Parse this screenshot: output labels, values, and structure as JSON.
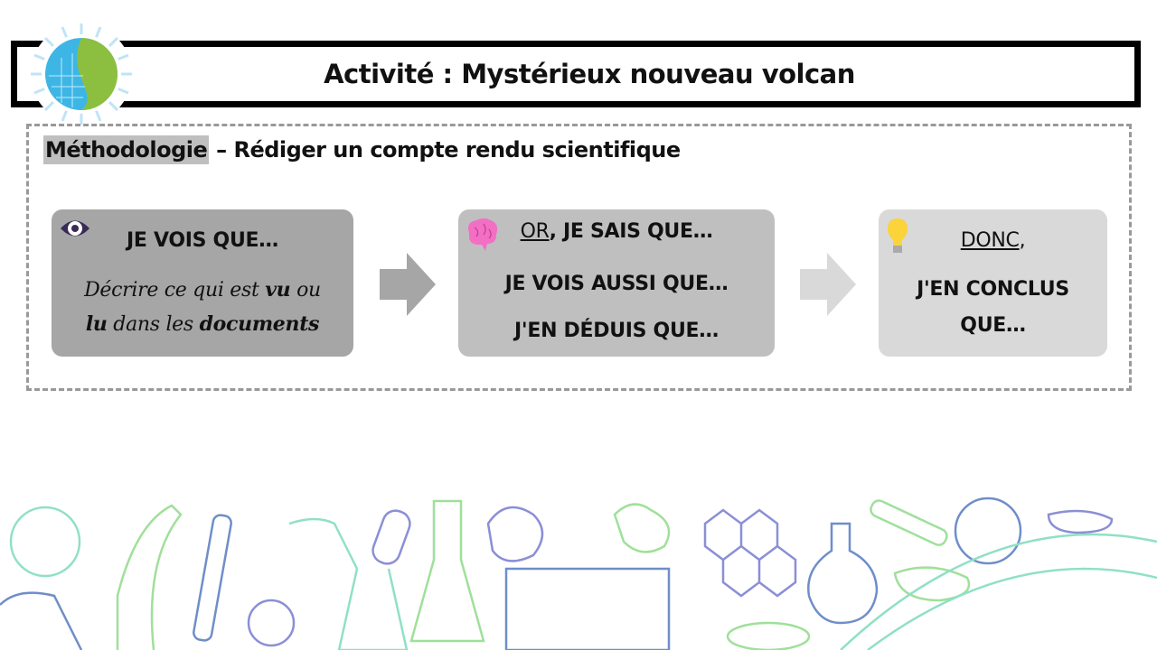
{
  "header": {
    "title": "Activité : Mystérieux nouveau volcan"
  },
  "subtitle": {
    "highlight": "Méthodologie",
    "rest": " – Rédiger un compte rendu scientifique"
  },
  "cards": [
    {
      "icon": "eye-icon",
      "heading": "JE VOIS QUE…",
      "desc_1": "Décrire ce qui est ",
      "desc_vu": "vu",
      "desc_2": " ou",
      "desc_lu": "lu",
      "desc_3": " dans les ",
      "desc_docs": "documents"
    },
    {
      "icon": "brain-icon",
      "or": "OR",
      "line1_rest": ", JE SAIS QUE…",
      "line2": "JE VOIS AUSSI QUE…",
      "line3": "J'EN DÉDUIS QUE…"
    },
    {
      "icon": "lightbulb-icon",
      "donc": "DONC",
      "comma": ",",
      "line2": "J'EN CONCLUS",
      "line3": "QUE…"
    }
  ],
  "colors": {
    "card1": "#a6a6a6",
    "card2": "#bfbfbf",
    "card3": "#d9d9d9",
    "arrow1": "#a6a6a6",
    "arrow2": "#d9d9d9"
  }
}
